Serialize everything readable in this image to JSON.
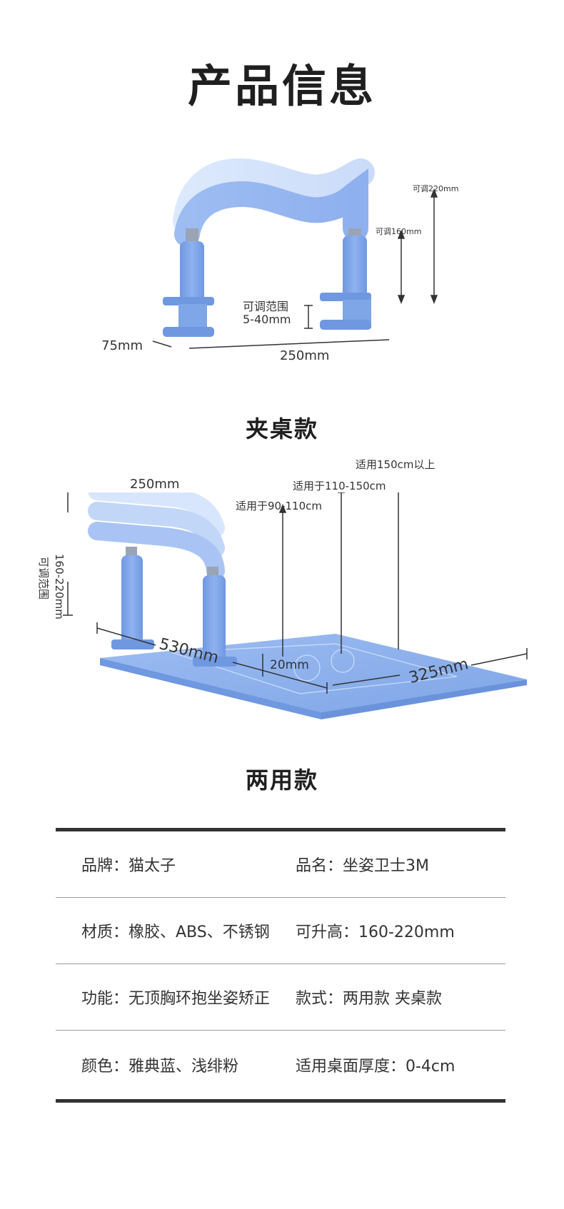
{
  "title": "产品信息",
  "product1": {
    "caption": "夹桌款",
    "labels": {
      "adj220": "可调220mm",
      "adj160": "可调160mm",
      "clamp_range_line1": "可调范围",
      "clamp_range_line2": "5-40mm",
      "depth": "75mm",
      "width": "250mm"
    }
  },
  "product2": {
    "caption": "两用款",
    "labels": {
      "width_top": "250mm",
      "adj_range_line1": "可调范围",
      "adj_range_line2": "160-220mm",
      "h150": "适用150cm以上",
      "h110_150": "适用于110-150cm",
      "h90_110": "适用于90-110cm",
      "length": "530mm",
      "thickness": "20mm",
      "depth": "325mm"
    }
  },
  "colors": {
    "product_blue": "#7fa6e6",
    "product_light": "#cfe0fb",
    "board_blue": "#8ab0ef",
    "rule_dark": "#333333"
  },
  "specs": [
    {
      "left": "品牌：猫太子",
      "right": "品名：坐姿卫士3M"
    },
    {
      "left": "材质：橡胶、ABS、不锈钢",
      "right": "可升高：160-220mm"
    },
    {
      "left": "功能：无顶胸环抱坐姿矫正",
      "right": "款式：两用款 夹桌款"
    },
    {
      "left": "颜色：雅典蓝、浅绯粉",
      "right": "适用桌面厚度：0-4cm"
    }
  ]
}
